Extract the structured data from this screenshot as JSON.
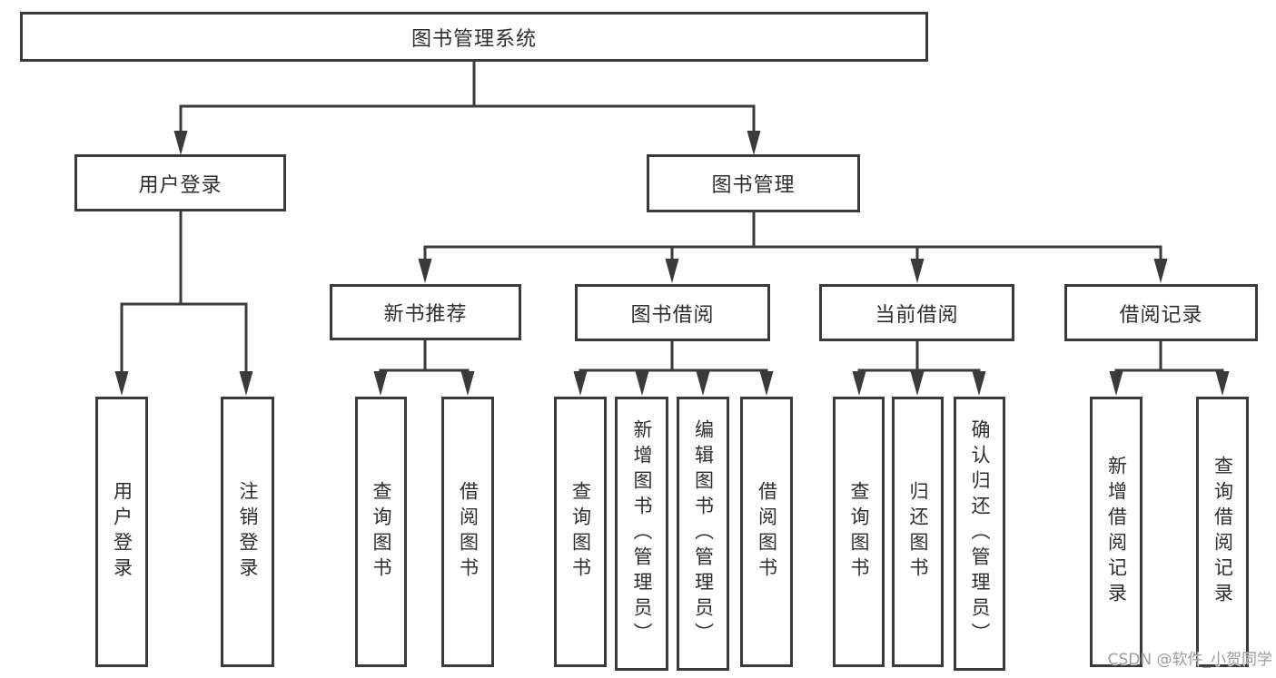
{
  "tree": {
    "label": "图书管理系统",
    "children": [
      {
        "label": "用户登录",
        "children": [
          {
            "label": "用户登录"
          },
          {
            "label": "注销登录"
          }
        ]
      },
      {
        "label": "图书管理",
        "children": [
          {
            "label": "新书推荐",
            "children": [
              {
                "label": "查询图书"
              },
              {
                "label": "借阅图书"
              }
            ]
          },
          {
            "label": "图书借阅",
            "children": [
              {
                "label": "查询图书"
              },
              {
                "label": "新增图书（管理员）"
              },
              {
                "label": "编辑图书（管理员）"
              },
              {
                "label": "借阅图书"
              }
            ]
          },
          {
            "label": "当前借阅",
            "children": [
              {
                "label": "查询图书"
              },
              {
                "label": "归还图书"
              },
              {
                "label": "确认归还（管理员）"
              }
            ]
          },
          {
            "label": "借阅记录",
            "children": [
              {
                "label": "新增借阅记录"
              },
              {
                "label": "查询借阅记录"
              }
            ]
          }
        ]
      }
    ]
  },
  "watermark": {
    "text": "CSDN @软件_小贺同学"
  },
  "colors": {
    "line": "#3a3a3a",
    "text": "#2e2e2e",
    "box_fill": "#ffffff",
    "watermark": "#9c9c9c"
  }
}
